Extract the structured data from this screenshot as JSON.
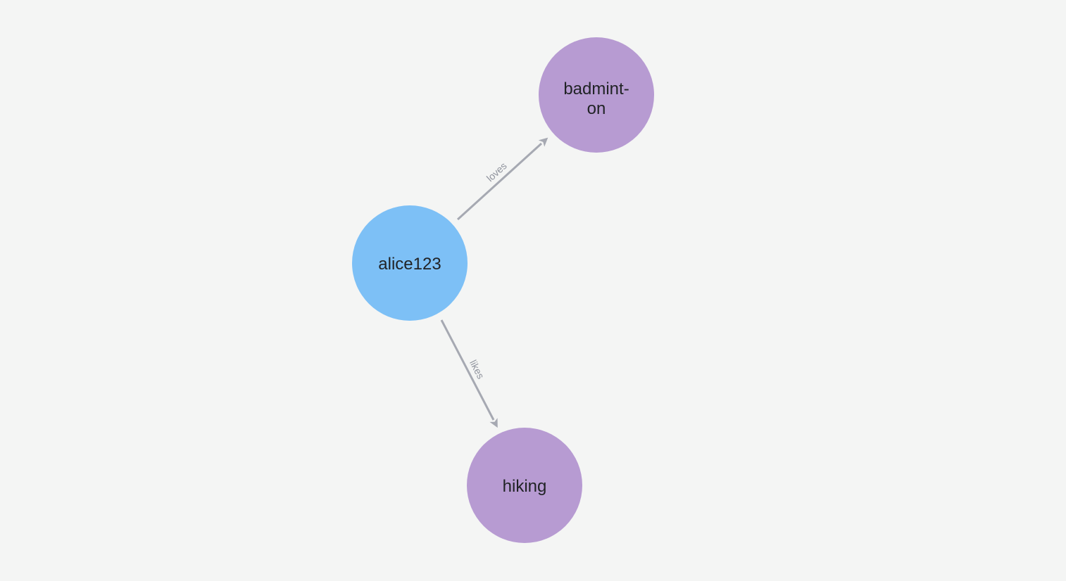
{
  "canvas": {
    "background": "#f4f5f4"
  },
  "colors": {
    "person_node": "#7dc0f6",
    "hobby_node": "#b79bd2",
    "edge": "#a6a9b2",
    "edge_label": "#8e929c",
    "node_label": "#212326"
  },
  "graph": {
    "nodes": [
      {
        "id": "alice123",
        "label": "alice123",
        "lines": [
          "alice123"
        ],
        "role": "person"
      },
      {
        "id": "badminton",
        "label": "badminton",
        "lines": [
          "badmint-",
          "on"
        ],
        "role": "hobby"
      },
      {
        "id": "hiking",
        "label": "hiking",
        "lines": [
          "hiking"
        ],
        "role": "hobby"
      }
    ],
    "edges": [
      {
        "from": "alice123",
        "to": "badminton",
        "label": "loves"
      },
      {
        "from": "alice123",
        "to": "hiking",
        "label": "likes"
      }
    ]
  }
}
